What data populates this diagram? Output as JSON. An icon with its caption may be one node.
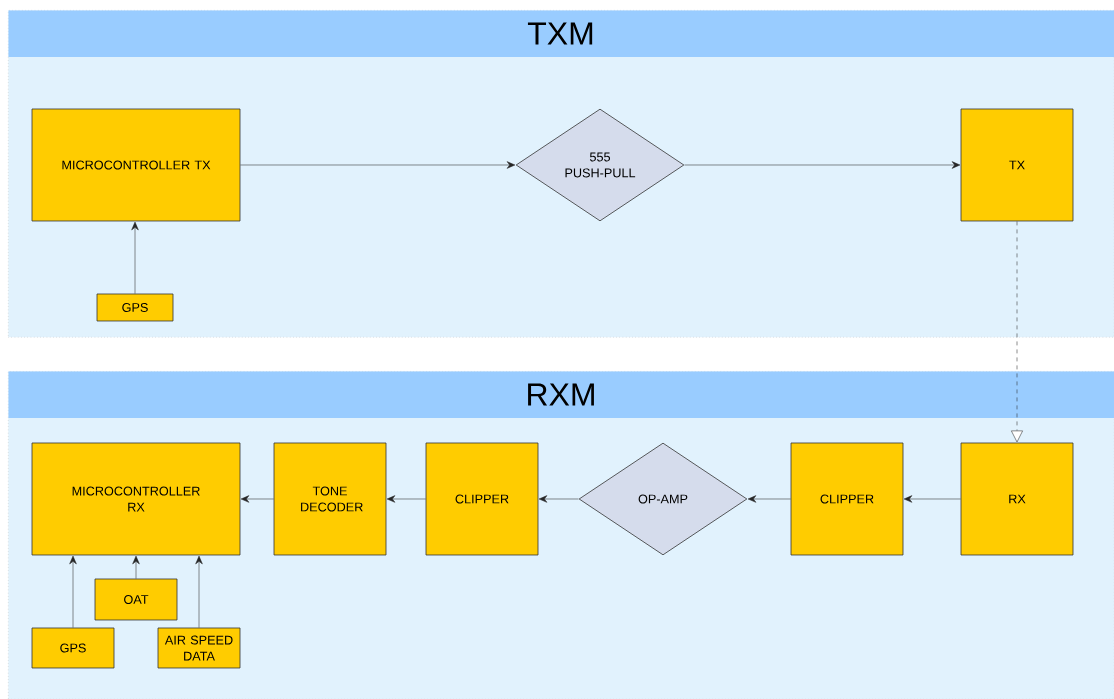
{
  "diagram": {
    "nodes": [
      {
        "text": [
          "TXM"
        ]
      },
      {
        "text": [
          "MICROCONTROLLER TX"
        ],
        "in": 0
      },
      {
        "text": [
          "555 PUSH-PULL"
        ],
        "in": 0
      },
      {
        "text": [
          "TX"
        ],
        "in": 0
      },
      {
        "text": [
          "GPS"
        ],
        "in": 0
      },
      {
        "text": [
          "RXM"
        ]
      },
      {
        "text": [
          "MICROCONTROLLER RX"
        ],
        "in": 5
      },
      {
        "text": [
          "TONE DECODER"
        ],
        "in": 5
      },
      {
        "text": [
          "CLIPPER"
        ],
        "in": 5
      },
      {
        "text": [
          "OP-AMP"
        ],
        "in": 5
      },
      {
        "text": [
          "CLIPPER"
        ],
        "in": 5
      },
      {
        "text": [
          "RX"
        ],
        "in": 5
      },
      {
        "text": [
          "OAT"
        ],
        "in": 5
      },
      {
        "text": [
          "GPS"
        ],
        "in": 5
      },
      {
        "text": [
          "AIR SPEED DATA"
        ],
        "in": 5
      }
    ],
    "edges": [
      {
        "from": 1,
        "to": 2,
        "arrow": "to"
      },
      {
        "from": 2,
        "to": 3,
        "arrow": "to"
      },
      {
        "from": 4,
        "to": 1,
        "arrow": "to"
      },
      {
        "from": 3,
        "to": 11,
        "arrow": "to",
        "style": "dashed"
      },
      {
        "from": 11,
        "to": 10,
        "arrow": "to"
      },
      {
        "from": 10,
        "to": 9,
        "arrow": "to"
      },
      {
        "from": 9,
        "to": 8,
        "arrow": "to"
      },
      {
        "from": 8,
        "to": 7,
        "arrow": "to"
      },
      {
        "from": 7,
        "to": 6,
        "arrow": "to"
      },
      {
        "from": 13,
        "to": 6,
        "arrow": "to"
      },
      {
        "from": 12,
        "to": 6,
        "arrow": "to"
      },
      {
        "from": 14,
        "to": 6,
        "arrow": "to"
      }
    ]
  }
}
